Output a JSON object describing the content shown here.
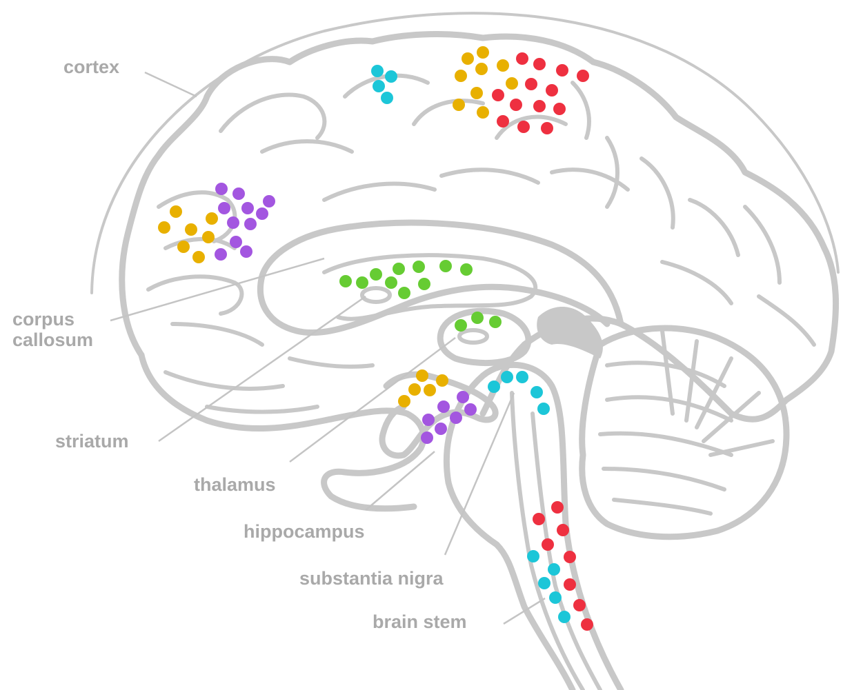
{
  "labels": {
    "cortex": "cortex",
    "corpus_callosum_line1": "corpus",
    "corpus_callosum_line2": "callosum",
    "striatum": "striatum",
    "thalamus": "thalamus",
    "hippocampus": "hippocampus",
    "substantia_nigra": "substantia nigra",
    "brain_stem": "brain stem"
  },
  "colors": {
    "outline": "#c8c8c8",
    "label_text": "#a9a9a9",
    "yellow": "#e8b000",
    "purple": "#a356e0",
    "red": "#ee3040",
    "cyan": "#1cc6d8",
    "green": "#66cc33"
  }
}
